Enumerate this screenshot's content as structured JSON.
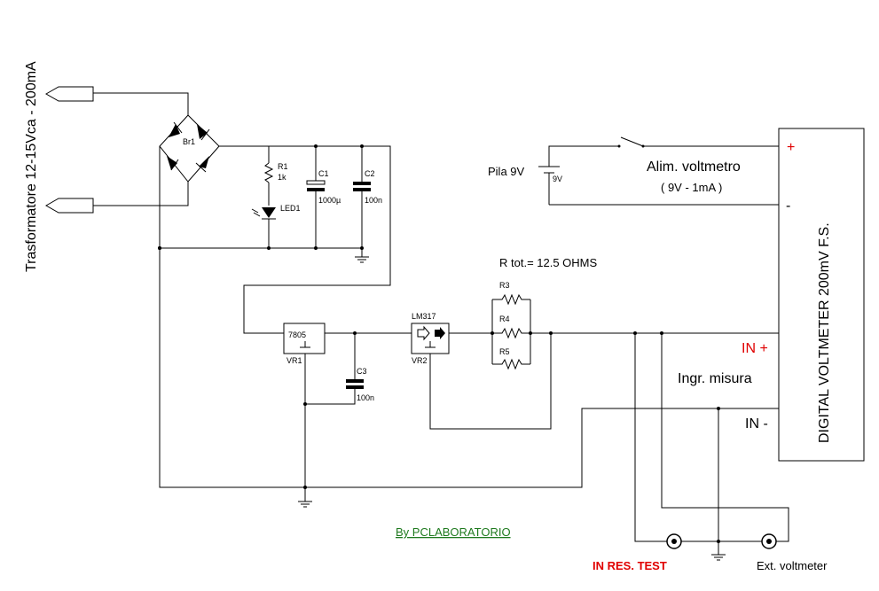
{
  "transformer_label": "Trasformatore 12-15Vca - 200mA",
  "components": {
    "bridge": "Br1",
    "r1_ref": "R1",
    "r1_val": "1k",
    "led": "LED1",
    "c1_ref": "C1",
    "c1_val": "1000µ",
    "c2_ref": "C2",
    "c2_val": "100n",
    "c3_ref": "C3",
    "c3_val": "100n",
    "vr1_part": "7805",
    "vr1_ref": "VR1",
    "vr2_part": "LM317",
    "vr2_ref": "VR2",
    "r3": "R3",
    "r4": "R4",
    "r5": "R5"
  },
  "r_total": "R tot.= 12.5 OHMS",
  "battery_label": "Pila 9V",
  "battery_value": "9V",
  "supply_title": "Alim. voltmetro",
  "supply_sub": "( 9V - 1mA )",
  "meter": {
    "label": "DIGITAL VOLTMETER 200mV F.S.",
    "plus": "+",
    "minus": "-",
    "in_plus": "IN +",
    "in_minus": "IN -",
    "ingr": "Ingr. misura"
  },
  "credit": "By PCLABORATORIO",
  "in_res_test": "IN RES. TEST",
  "ext_voltmeter": "Ext. voltmeter"
}
